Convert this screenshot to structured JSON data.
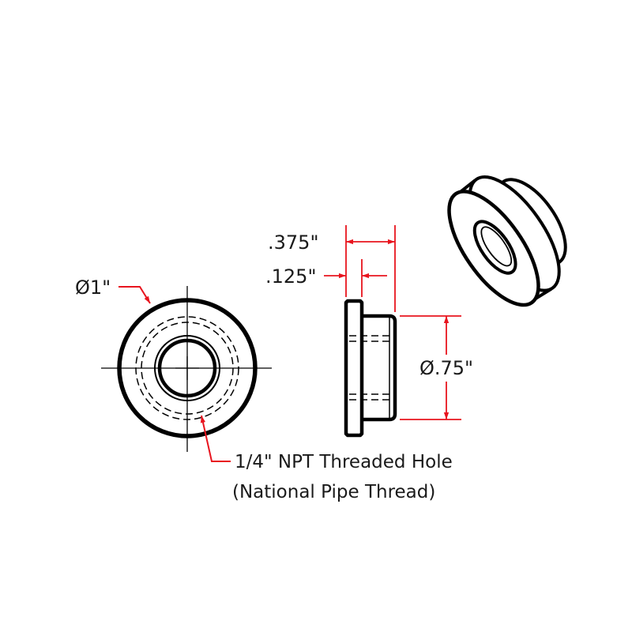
{
  "colors": {
    "line": "#000000",
    "dimension": "#e8141e",
    "background": "#ffffff"
  },
  "front_view": {
    "diameter_label": "Ø1\"",
    "hole_callout_line1": "1/4\" NPT Threaded Hole",
    "hole_callout_line2": "(National Pipe Thread)"
  },
  "side_view": {
    "overall_length_label": ".375\"",
    "flange_thickness_label": ".125\"",
    "shank_diameter_label": "Ø.75\""
  }
}
